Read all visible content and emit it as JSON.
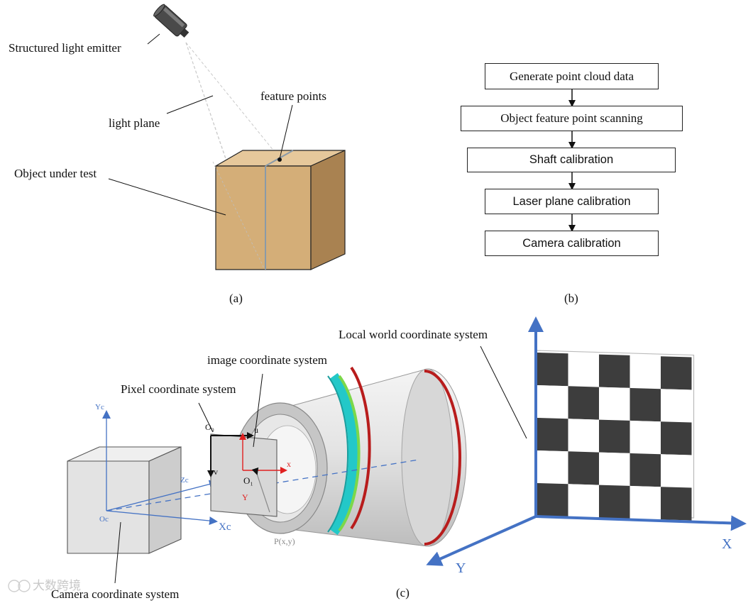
{
  "panel_a": {
    "caption": "(a)",
    "labels": {
      "emitter": "Structured light emitter",
      "light_plane": "light plane",
      "feature_points": "feature points",
      "object": "Object under test"
    }
  },
  "panel_b": {
    "caption": "(b)",
    "steps": [
      "Generate point cloud data",
      "Object feature point scanning",
      "Shaft calibration",
      "Laser plane calibration",
      "Camera calibration"
    ]
  },
  "panel_c": {
    "caption": "(c)",
    "labels": {
      "local_world": "Local world coordinate system",
      "image_cs": "image coordinate system",
      "pixel_cs": "Pixel coordinate system",
      "camera_cs": "Camera coordinate system"
    },
    "axes": {
      "yc": "Yc",
      "zc": "Zc",
      "xc": "Xc",
      "oc": "Oc",
      "o0": "O₀",
      "u": "u",
      "v": "v",
      "x": "x",
      "y": "Y",
      "o1": "O₁",
      "p": "P(x,y)",
      "world_x": "X",
      "world_y": "Y"
    }
  },
  "watermark": "大数跨境",
  "colors": {
    "box_light": "#e2c395",
    "box_mid": "#c89f66",
    "box_dark": "#a57e4b",
    "axis_blue": "#4472c4",
    "red": "#e02020",
    "ring_red": "#b81c1c",
    "ring_cyan": "#23c8c8",
    "ring_green": "#7bd84a",
    "checker_dark": "#3d3d3d"
  }
}
